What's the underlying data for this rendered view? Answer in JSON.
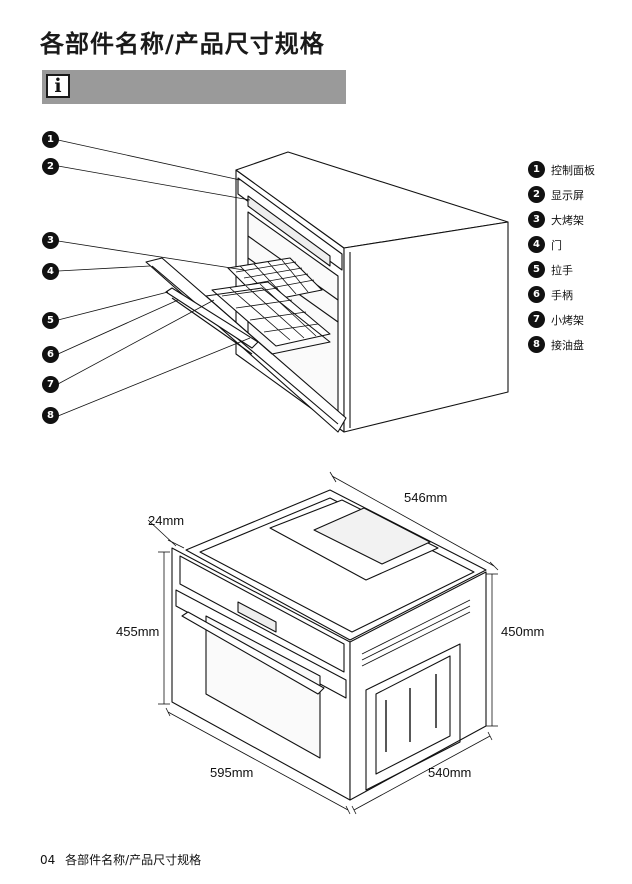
{
  "header": {
    "title": "各部件名称/产品尺寸规格",
    "info_icon": "info-icon"
  },
  "callouts": [
    "1",
    "2",
    "3",
    "4",
    "5",
    "6",
    "7",
    "8"
  ],
  "legend": [
    {
      "num": "1",
      "label": "控制面板"
    },
    {
      "num": "2",
      "label": "显示屏"
    },
    {
      "num": "3",
      "label": "大烤架"
    },
    {
      "num": "4",
      "label": "门"
    },
    {
      "num": "5",
      "label": "拉手"
    },
    {
      "num": "6",
      "label": "手柄"
    },
    {
      "num": "7",
      "label": "小烤架"
    },
    {
      "num": "8",
      "label": "接油盘"
    }
  ],
  "dimensions": {
    "depth_top": "546mm",
    "panel_depth": "24mm",
    "front_height": "455mm",
    "side_height": "450mm",
    "front_width": "595mm",
    "side_depth": "540mm"
  },
  "footer": {
    "page_number": "04",
    "section": "各部件名称/产品尺寸规格"
  }
}
